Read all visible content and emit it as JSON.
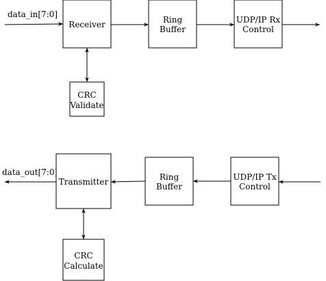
{
  "receive_path": {
    "input_label": "data_in[7:0]",
    "receiver": "Receiver",
    "ring_buffer": [
      "Ring",
      "Buffer"
    ],
    "rx_control": [
      "UDP/IP Rx",
      "Control"
    ],
    "crc": [
      "CRC",
      "Validate"
    ]
  },
  "transmit_path": {
    "output_label": "data_out[7:0]",
    "transmitter": "Transmitter",
    "ring_buffer": [
      "Ring",
      "Buffer"
    ],
    "tx_control": [
      "UDP/IP Tx",
      "Control"
    ],
    "crc": [
      "CRC",
      "Calculate"
    ]
  },
  "colors": {
    "stroke": "#000000",
    "fill": "#ffffff"
  }
}
